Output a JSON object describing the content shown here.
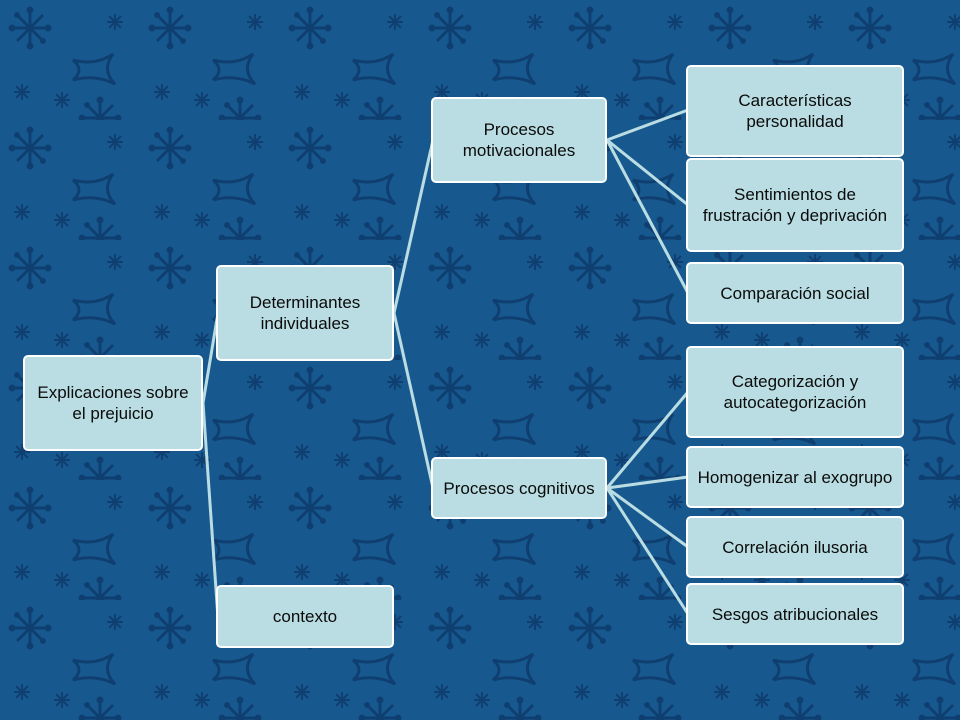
{
  "colors": {
    "background": "#17598f",
    "pattern": "#0f3f70",
    "node_fill": "#b9dde2",
    "node_border": "#ffffff",
    "connector": "#b9dde2"
  },
  "diagram": {
    "root": "Explicaciones sobre el prejuicio",
    "level1": {
      "individual": "Determinantes individuales",
      "context": "contexto"
    },
    "level2": {
      "motivational": "Procesos motivacionales",
      "cognitive": "Procesos cognitivos"
    },
    "motivational_leaves": [
      "Características personalidad",
      "Sentimientos de frustración y deprivación",
      "Comparación social"
    ],
    "cognitive_leaves": [
      "Categorización y autocategorización",
      "Homogenizar al exogrupo",
      "Correlación ilusoria",
      "Sesgos atribucionales"
    ]
  }
}
